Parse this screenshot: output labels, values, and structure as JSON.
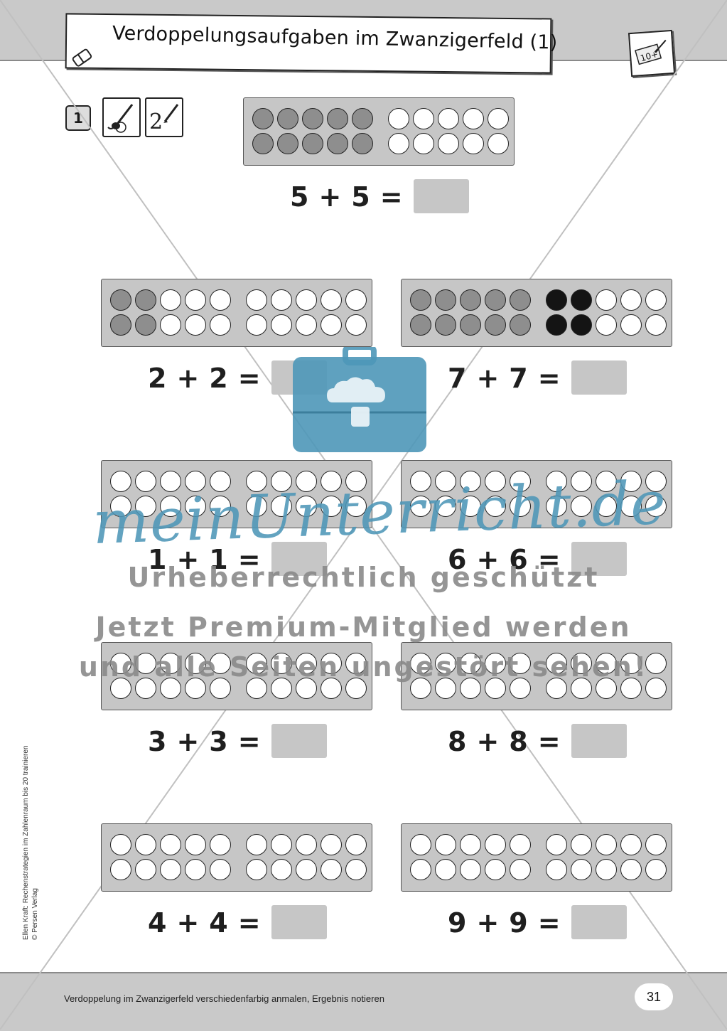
{
  "header": {
    "title": "Verdoppelungsaufgaben im Zwanzigerfeld (1)",
    "badge_text": "10+"
  },
  "task": {
    "number": "1",
    "tools": [
      "paint-brush-icon",
      "pencil-writing-icon"
    ]
  },
  "exercises": [
    {
      "id": "ex-5",
      "a": "5",
      "op": "+",
      "b": "5",
      "eq": "=",
      "left_fill": 5,
      "right_fill": 0,
      "right_fill_color": "black",
      "answer": ""
    },
    {
      "id": "ex-2",
      "a": "2",
      "op": "+",
      "b": "2",
      "eq": "=",
      "left_fill": 2,
      "right_fill": 0,
      "right_fill_color": "black",
      "answer": ""
    },
    {
      "id": "ex-7",
      "a": "7",
      "op": "+",
      "b": "7",
      "eq": "=",
      "left_fill": 5,
      "right_fill": 2,
      "right_fill_color": "black",
      "answer": ""
    },
    {
      "id": "ex-1",
      "a": "1",
      "op": "+",
      "b": "1",
      "eq": "=",
      "left_fill": 0,
      "right_fill": 0,
      "right_fill_color": "black",
      "answer": ""
    },
    {
      "id": "ex-6",
      "a": "6",
      "op": "+",
      "b": "6",
      "eq": "=",
      "left_fill": 0,
      "right_fill": 0,
      "right_fill_color": "black",
      "answer": ""
    },
    {
      "id": "ex-3",
      "a": "3",
      "op": "+",
      "b": "3",
      "eq": "=",
      "left_fill": 0,
      "right_fill": 0,
      "right_fill_color": "black",
      "answer": ""
    },
    {
      "id": "ex-8",
      "a": "8",
      "op": "+",
      "b": "8",
      "eq": "=",
      "left_fill": 0,
      "right_fill": 0,
      "right_fill_color": "black",
      "answer": ""
    },
    {
      "id": "ex-4",
      "a": "4",
      "op": "+",
      "b": "4",
      "eq": "=",
      "left_fill": 0,
      "right_fill": 0,
      "right_fill_color": "black",
      "answer": ""
    },
    {
      "id": "ex-9",
      "a": "9",
      "op": "+",
      "b": "9",
      "eq": "=",
      "left_fill": 0,
      "right_fill": 0,
      "right_fill_color": "black",
      "answer": ""
    }
  ],
  "watermark": {
    "brand": "meinUnterricht.de",
    "line1": "Urheberrechtlich geschützt",
    "line2": "Jetzt Premium-Mitglied werden",
    "line3": "und alle Seiten ungestört sehen!"
  },
  "side_credit": {
    "line1": "Ellen Kraft: Rechenstrategien im Zahlenraum bis 20 trainieren",
    "line2": "© Persen Verlag"
  },
  "footer": {
    "instruction": "Verdoppelung im Zwanzigerfeld verschiedenfarbig anmalen, Ergebnis notieren",
    "page_number": "31"
  },
  "colors": {
    "band": "#c9c9c9",
    "field": "#c6c6c6",
    "dot_grey": "#8e8e8e",
    "dot_black": "#141414",
    "brand_blue": "#4e97b8"
  }
}
